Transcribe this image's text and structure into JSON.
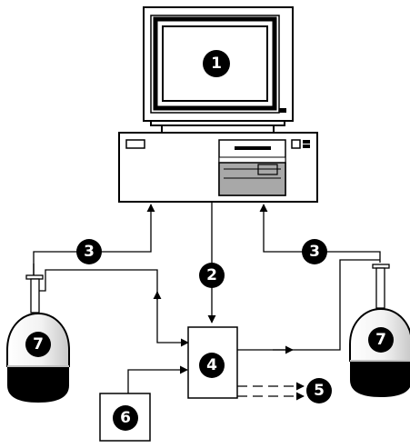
{
  "callouts": {
    "c1": "1",
    "c2": "2",
    "c3_left": "3",
    "c3_right": "3",
    "c4": "4",
    "c5": "5",
    "c6": "6",
    "c7_left": "7",
    "c7_right": "7"
  },
  "colors": {
    "line": "#000000",
    "background": "#ffffff",
    "drive_panel": "#a8a8a8",
    "camera_shade": "#d0d0d0"
  }
}
